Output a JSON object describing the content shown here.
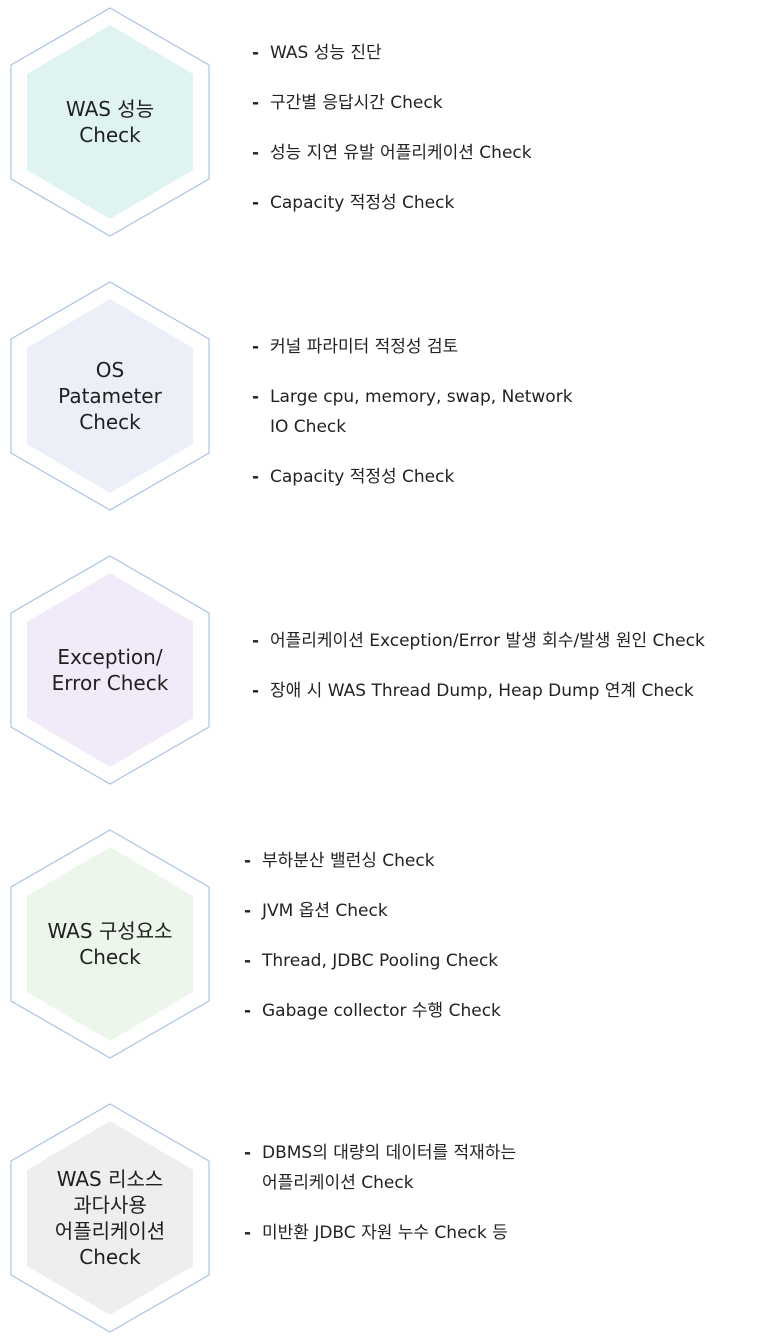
{
  "colors": {
    "outline": "#a9c4e4",
    "fills": [
      "#e0f3f3",
      "#eaeff8",
      "#f1eaf8",
      "#ecf6ea",
      "#eeeeee"
    ]
  },
  "blocks": [
    {
      "title_lines": [
        "WAS 성능",
        "Check"
      ],
      "items": [
        {
          "lines": [
            "WAS 성능 진단"
          ]
        },
        {
          "lines": [
            "구간별 응답시간 Check"
          ]
        },
        {
          "lines": [
            "성능 지연 유발 어플리케이션 Check"
          ]
        },
        {
          "lines": [
            "Capacity 적정성 Check"
          ]
        }
      ]
    },
    {
      "title_lines": [
        "OS",
        "Patameter",
        "Check"
      ],
      "items": [
        {
          "lines": [
            "커널 파라미터 적정성 검토"
          ]
        },
        {
          "lines": [
            "Large cpu, memory, swap, Network",
            "IO Check"
          ]
        },
        {
          "lines": [
            "Capacity 적정성 Check"
          ]
        }
      ]
    },
    {
      "title_lines": [
        "Exception/",
        "Error Check"
      ],
      "items": [
        {
          "lines": [
            "어플리케이션 Exception/Error 발생 회수/발생 원인 Check"
          ]
        },
        {
          "lines": [
            "장애 시 WAS Thread Dump, Heap Dump 연계 Check"
          ]
        }
      ]
    },
    {
      "title_lines": [
        "WAS 구성요소",
        "Check"
      ],
      "items": [
        {
          "lines": [
            "부하분산 밸런싱 Check"
          ]
        },
        {
          "lines": [
            "JVM 옵션 Check"
          ]
        },
        {
          "lines": [
            "Thread, JDBC Pooling Check"
          ]
        },
        {
          "lines": [
            "Gabage collector 수행 Check"
          ]
        }
      ]
    },
    {
      "title_lines": [
        "WAS 리소스",
        "과다사용",
        "어플리케이션",
        "Check"
      ],
      "items": [
        {
          "lines": [
            "DBMS의 대량의 데이터를 적재하는",
            "어플리케이션 Check"
          ]
        },
        {
          "lines": [
            "미반환 JDBC 자원 누수 Check 등"
          ]
        }
      ]
    }
  ]
}
